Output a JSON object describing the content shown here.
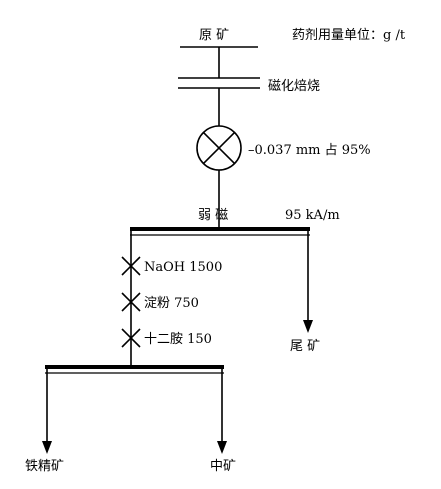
{
  "flowsheet": {
    "unit_note": "药剂用量单位：g /t",
    "feed_label": "原  矿",
    "step_roasting": "磁化焙烧",
    "step_grinding": "–0.037 mm 占 95%",
    "step_separation": "弱   磁",
    "field_strength": "95 kA/m",
    "tailings_label": "尾  矿",
    "reagents": [
      {
        "label": "NaOH 1500"
      },
      {
        "label": "淀粉 750"
      },
      {
        "label": "十二胺 150"
      }
    ],
    "concentrate_label": "铁精矿",
    "middlings_label": "中矿"
  }
}
